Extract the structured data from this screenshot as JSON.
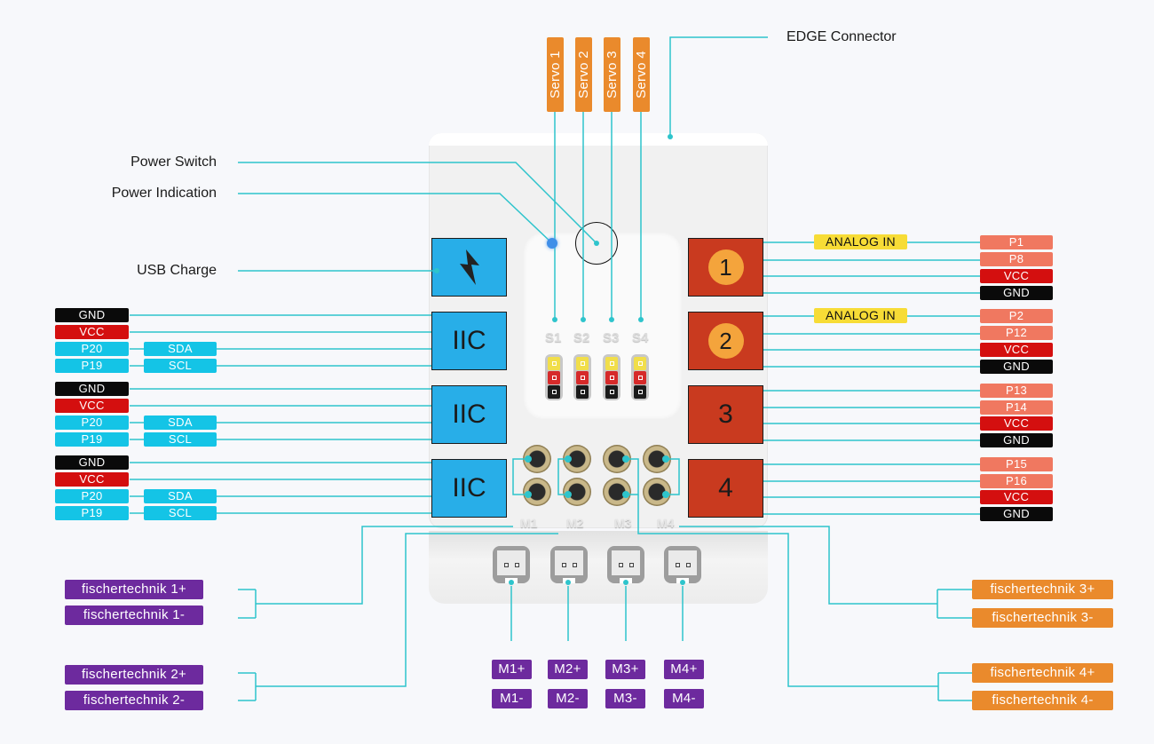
{
  "top": {
    "edge_connector": "EDGE Connector",
    "servos": [
      "Servo 1",
      "Servo 2",
      "Servo 3",
      "Servo 4"
    ]
  },
  "left_labels": {
    "power_switch": "Power Switch",
    "power_indication": "Power Indication",
    "usb_charge": "USB Charge"
  },
  "iic_ports": [
    {
      "port_label": "IIC",
      "pins": [
        "GND",
        "VCC",
        "P20",
        "P19"
      ],
      "functions": [
        "SDA",
        "SCL"
      ]
    },
    {
      "port_label": "IIC",
      "pins": [
        "GND",
        "VCC",
        "P20",
        "P19"
      ],
      "functions": [
        "SDA",
        "SCL"
      ]
    },
    {
      "port_label": "IIC",
      "pins": [
        "GND",
        "VCC",
        "P20",
        "P19"
      ],
      "functions": [
        "SDA",
        "SCL"
      ]
    }
  ],
  "right_ports": [
    {
      "number": "1",
      "analog": "ANALOG IN",
      "pins": [
        "P1",
        "P8",
        "VCC",
        "GND"
      ]
    },
    {
      "number": "2",
      "analog": "ANALOG IN",
      "pins": [
        "P2",
        "P12",
        "VCC",
        "GND"
      ]
    },
    {
      "number": "3",
      "pins": [
        "P13",
        "P14",
        "VCC",
        "GND"
      ]
    },
    {
      "number": "4",
      "pins": [
        "P15",
        "P16",
        "VCC",
        "GND"
      ]
    }
  ],
  "board": {
    "servo_headers": [
      "S1",
      "S2",
      "S3",
      "S4"
    ],
    "motor_labels": [
      "M1",
      "M2",
      "M3",
      "M4"
    ]
  },
  "motor_tags": {
    "plus": [
      "M1+",
      "M2+",
      "M3+",
      "M4+"
    ],
    "minus": [
      "M1-",
      "M2-",
      "M3-",
      "M4-"
    ]
  },
  "fischertechnik": {
    "left": [
      "fischertechnik 1+",
      "fischertechnik 1-",
      "fischertechnik 2+",
      "fischertechnik 2-"
    ],
    "right": [
      "fischertechnik 3+",
      "fischertechnik 3-",
      "fischertechnik 4+",
      "fischertechnik 4-"
    ]
  },
  "colors": {
    "wire": "#2ec4cc",
    "gnd": "#0a0a0a",
    "vcc": "#d40f0f",
    "iic": "#14c4e6",
    "pin": "#f07860",
    "analog": "#f7dc36",
    "servo": "#ea8a2c",
    "purple": "#6d2a9e",
    "port_blue": "#28aee8",
    "port_red": "#c93a1f"
  }
}
